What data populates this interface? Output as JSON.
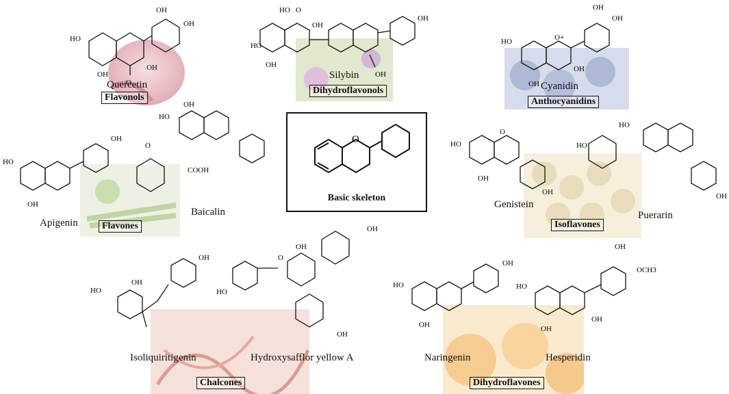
{
  "compounds": {
    "quercetin": "Quercetin",
    "silybin": "Silybin",
    "cyanidin": "Cyanidin",
    "apigenin": "Apigenin",
    "baicalin": "Baicalin",
    "genistein": "Genistein",
    "puerarin": "Puerarin",
    "isoliquiritigenin": "Isoliquiritigenin",
    "hsya": "Hydroxysafflor yellow A",
    "naringenin": "Naringenin",
    "hesperidin": "Hesperidin"
  },
  "classes": {
    "flavonols": "Flavonols",
    "dihydroflavonols": "Dihydroflavonols",
    "anthocyanidins": "Anthocyanidins",
    "flavones": "Flavones",
    "isoflavones": "Isoflavones",
    "chalcones": "Chalcones",
    "dihydroflavones": "Dihydroflavones"
  },
  "center": {
    "label": "Basic skeleton"
  },
  "groups": {
    "oh": "OH",
    "ho": "HO",
    "o": "O",
    "o_plus": "O+",
    "cooh": "COOH",
    "och3": "OCH3"
  },
  "photos": {
    "flavonols": "onion-photo",
    "dihydroflavonols": "milk-thistle-photo",
    "anthocyanidins": "blueberry-photo",
    "flavones": "celery-photo",
    "isoflavones": "soybean-photo",
    "chalcones": "safflower-photo",
    "dihydroflavones": "orange-photo"
  },
  "colors": {
    "onion": "#d98a96",
    "thistle": "#b7c79a",
    "blueberry": "#8e9cc8",
    "celery": "#b9d08f",
    "soybean": "#e3cf98",
    "safflower": "#d97a62",
    "orange": "#f0b14a"
  }
}
